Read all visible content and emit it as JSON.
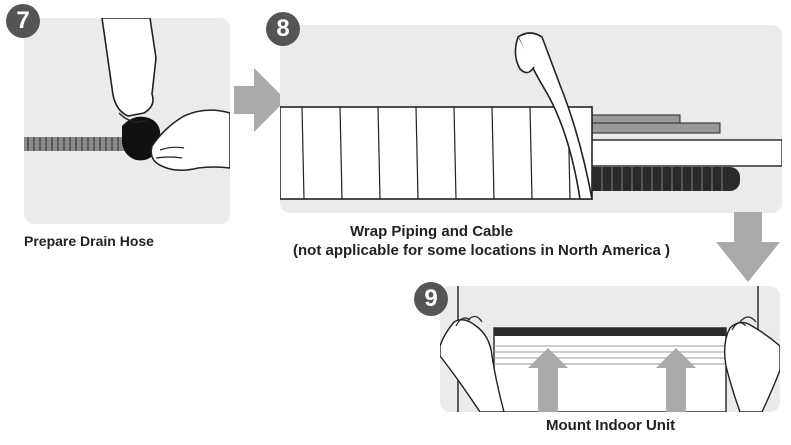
{
  "steps": [
    {
      "number": "7",
      "caption": "Prepare Drain Hose"
    },
    {
      "number": "8",
      "caption_line1": "Wrap Piping and Cable",
      "caption_line2": "(not applicable for some locations in North America )"
    },
    {
      "number": "9",
      "caption": "Mount Indoor Unit"
    }
  ],
  "colors": {
    "panel_background": "#ebebeb",
    "badge_background": "#555555",
    "arrow_gray": "#a9a9a9",
    "outline": "#222222"
  }
}
